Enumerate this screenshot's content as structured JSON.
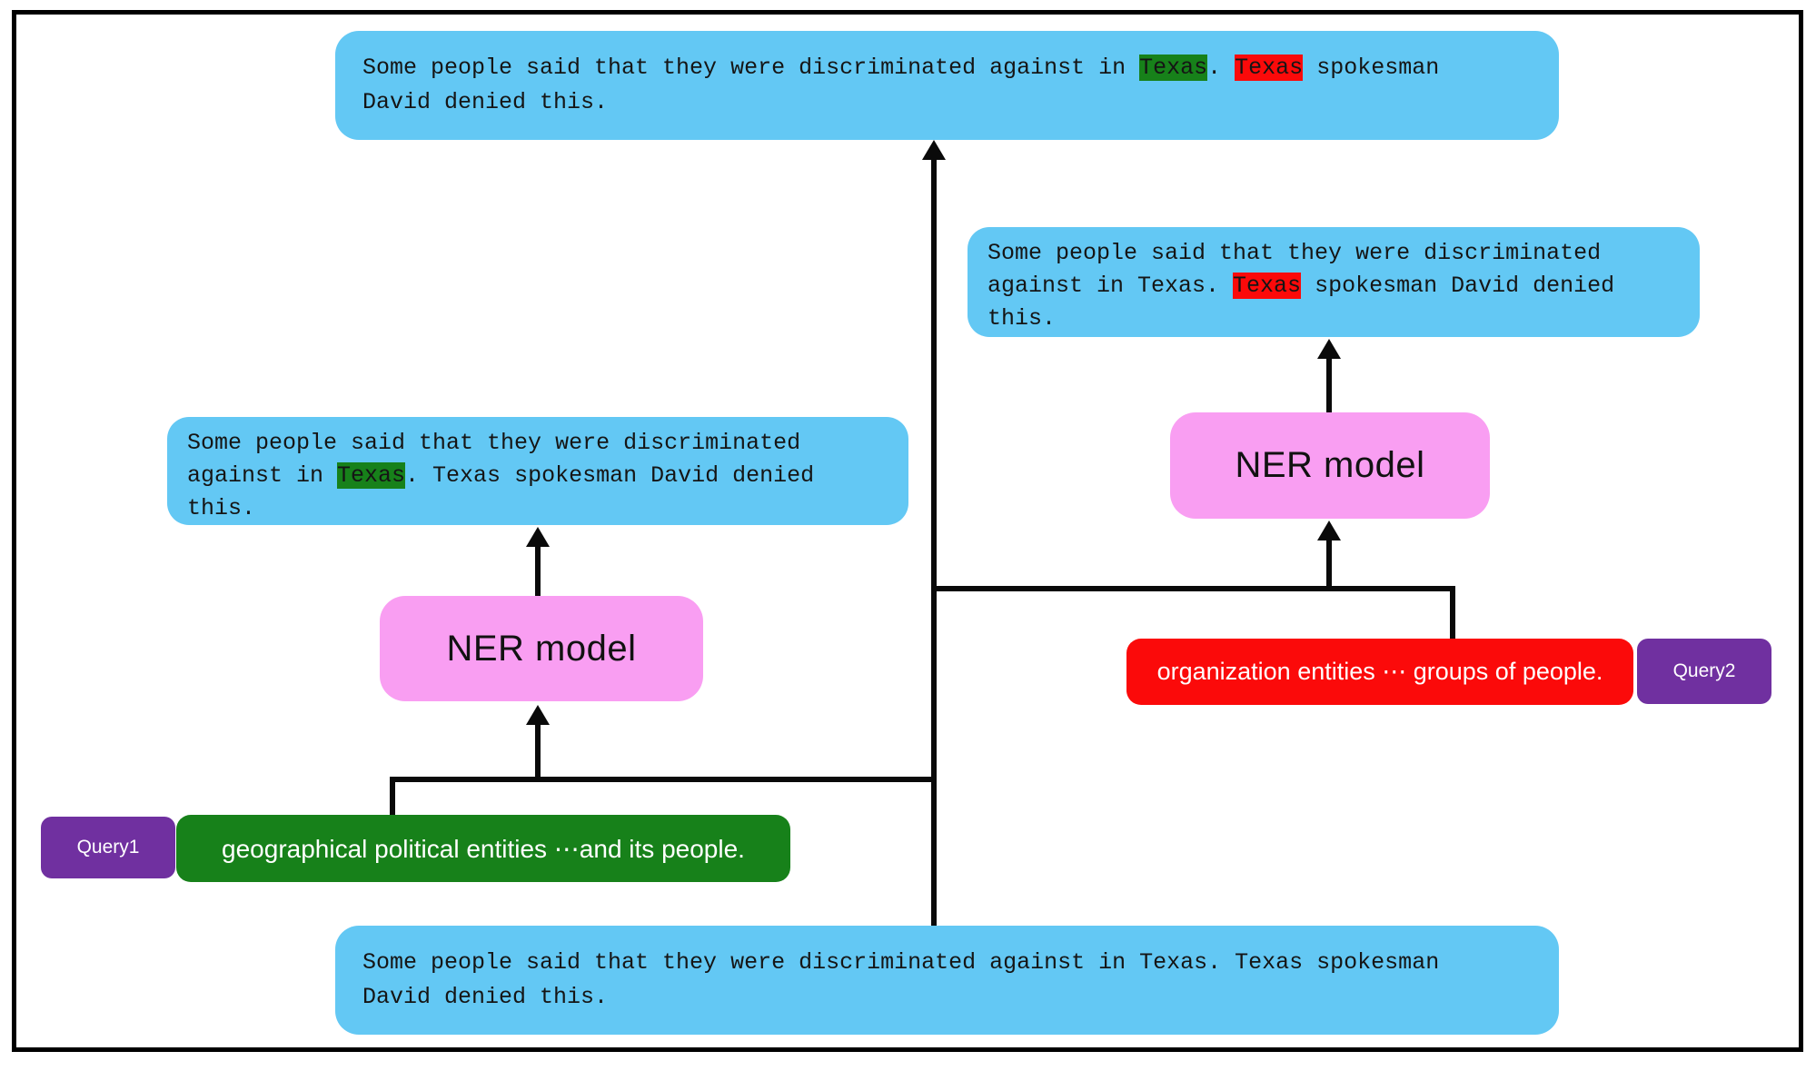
{
  "colors": {
    "blue": "#63C8F4",
    "pink": "#F99EF2",
    "green": "#17811A",
    "red": "#FB0A0A",
    "purple": "#7030A0",
    "line": "#0A0A0A"
  },
  "sentences": {
    "top": {
      "lines": [
        [
          {
            "t": "Some people said that they were discriminated against in "
          },
          {
            "t": "Texas",
            "hl": "green"
          },
          {
            "t": ". "
          },
          {
            "t": "Texas",
            "hl": "red"
          },
          {
            "t": " spokesman"
          }
        ],
        [
          {
            "t": "David denied this."
          }
        ]
      ]
    },
    "right": {
      "lines": [
        [
          {
            "t": "Some people said that they were discriminated"
          }
        ],
        [
          {
            "t": "against in Texas. "
          },
          {
            "t": "Texas",
            "hl": "red"
          },
          {
            "t": " spokesman David denied"
          }
        ],
        [
          {
            "t": "this."
          }
        ]
      ]
    },
    "left": {
      "lines": [
        [
          {
            "t": "Some people said that they were discriminated"
          }
        ],
        [
          {
            "t": "against in "
          },
          {
            "t": "Texas",
            "hl": "green"
          },
          {
            "t": ". Texas spokesman David denied"
          }
        ],
        [
          {
            "t": "this."
          }
        ]
      ]
    },
    "bottom": {
      "lines": [
        [
          {
            "t": "Some people said that they were discriminated against in Texas. Texas spokesman"
          }
        ],
        [
          {
            "t": "David denied this."
          }
        ]
      ]
    }
  },
  "ner_left": {
    "label": "NER model"
  },
  "ner_right": {
    "label": "NER model"
  },
  "query1": {
    "tag": "Query1",
    "text": "geographical political entities ⋯and its people."
  },
  "query2": {
    "tag": "Query2",
    "text": "organization entities ⋯ groups of people."
  }
}
